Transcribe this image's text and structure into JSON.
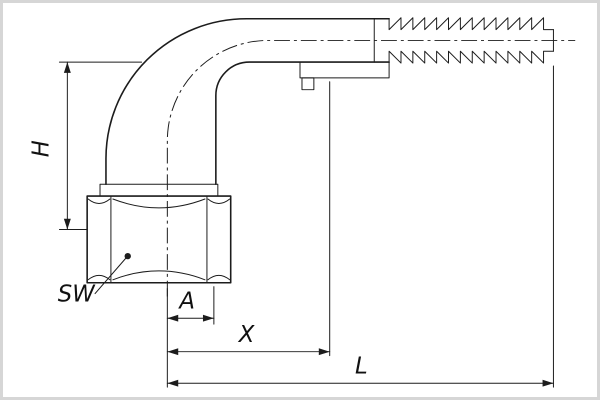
{
  "drawing": {
    "kind": "technical line drawing",
    "subject": "90-degree elbow hose fitting with hex nut and barbed hose tail",
    "colors": {
      "line": "#1c1c1c",
      "background": "#ffffff",
      "frame": "#d6d6d6"
    },
    "labels": {
      "height": "H",
      "wrench_size": "SW",
      "a_dim": "A",
      "x_dim": "X",
      "length": "L"
    }
  }
}
